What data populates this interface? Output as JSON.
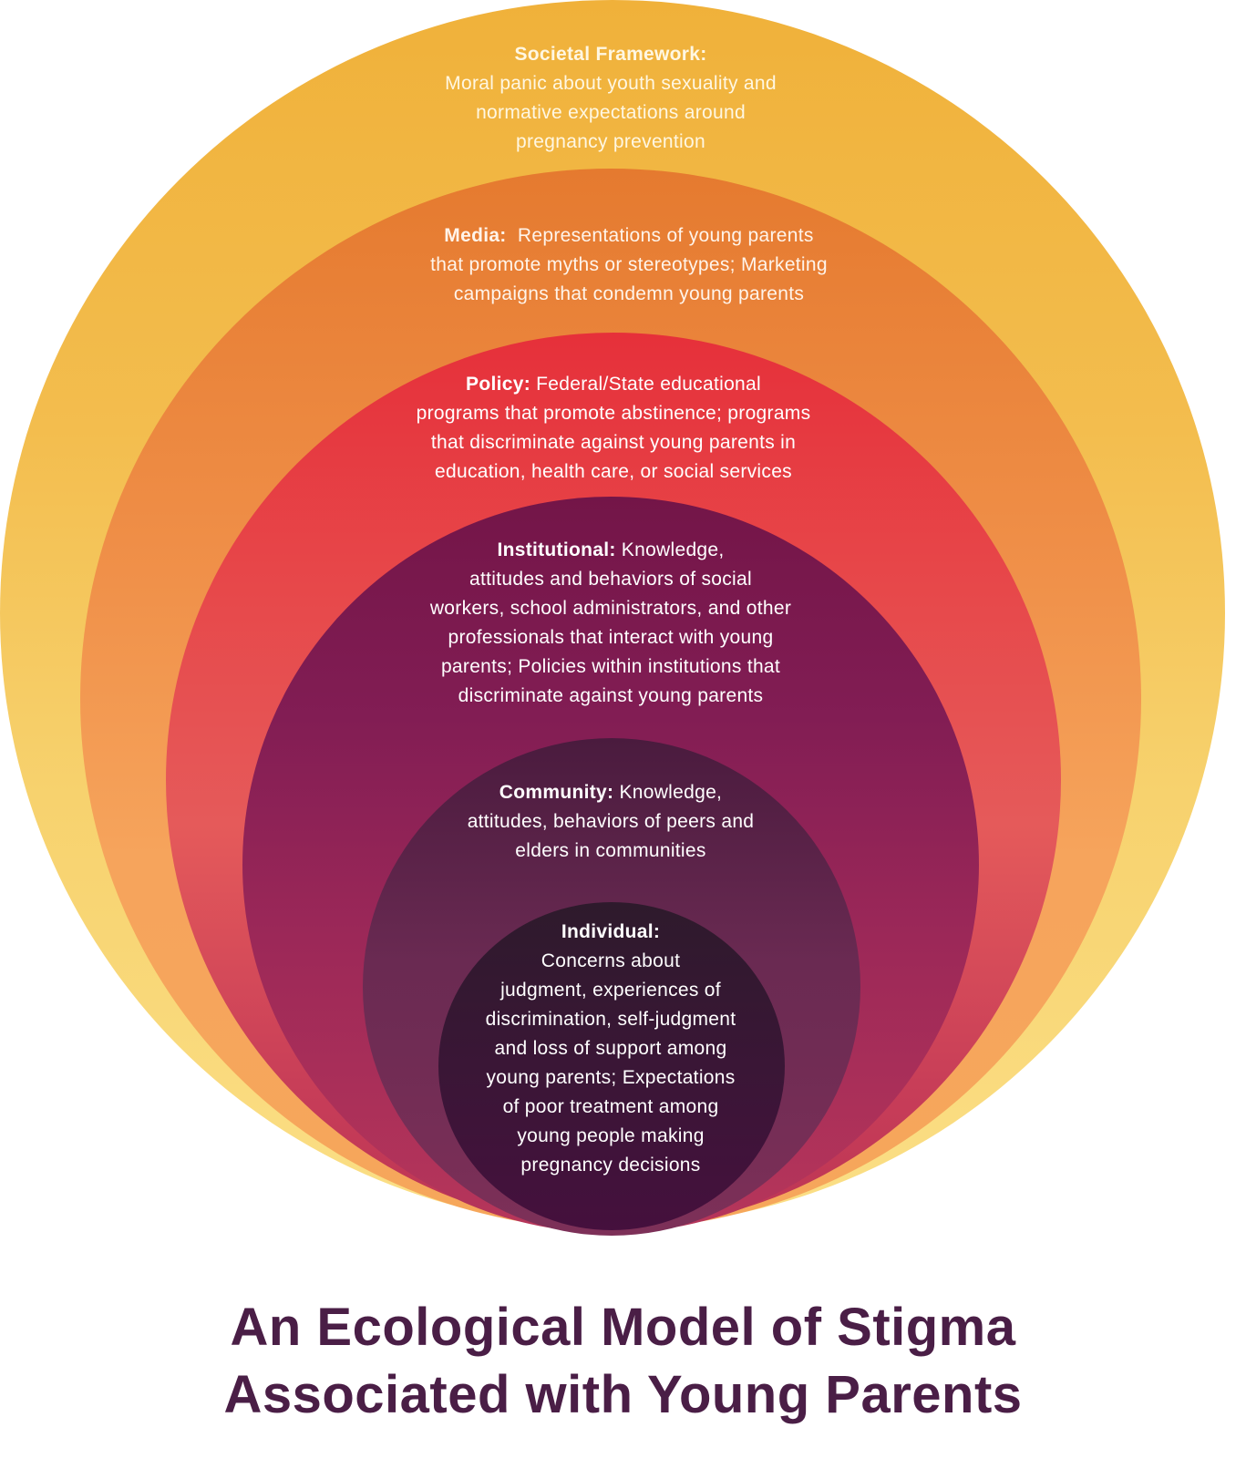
{
  "rings": {
    "societal": {
      "label": "Societal Framework:",
      "lines": [
        "Moral panic about youth sexuality and",
        "normative expectations around",
        "pregnancy prevention"
      ]
    },
    "media": {
      "label": "Media:",
      "lines": [
        "Representations of young parents",
        "that promote myths or stereotypes; Marketing",
        "campaigns that condemn young parents"
      ]
    },
    "policy": {
      "label": "Policy:",
      "lines": [
        "Federal/State educational",
        "programs that promote abstinence; programs",
        "that discriminate against young parents in",
        "education, health care, or social services"
      ]
    },
    "institutional": {
      "label": "Institutional:",
      "lines": [
        "Knowledge,",
        "attitudes and behaviors of social",
        "workers, school administrators, and other",
        "professionals that interact with young",
        "parents; Policies within institutions that",
        "discriminate against young parents"
      ]
    },
    "community": {
      "label": "Community:",
      "lines": [
        "Knowledge,",
        "attitudes, behaviors of peers and",
        "elders in communities"
      ]
    },
    "individual": {
      "label": "Individual:",
      "lines": [
        "Concerns about",
        "judgment, experiences of",
        "discrimination, self-judgment",
        "and loss of support among",
        "young parents; Expectations",
        "of poor treatment among",
        "young people making",
        "pregnancy decisions"
      ]
    }
  },
  "title": {
    "line1": "An Ecological Model of Stigma",
    "line2": "Associated with Young Parents"
  },
  "colors": {
    "societal": "#f3bd4e",
    "media": "#ef8e47",
    "policy": "#e6303a",
    "institutional": "#821d54",
    "community": "#6a2a52",
    "individual": "#3a1636",
    "title": "#4a1e46"
  }
}
